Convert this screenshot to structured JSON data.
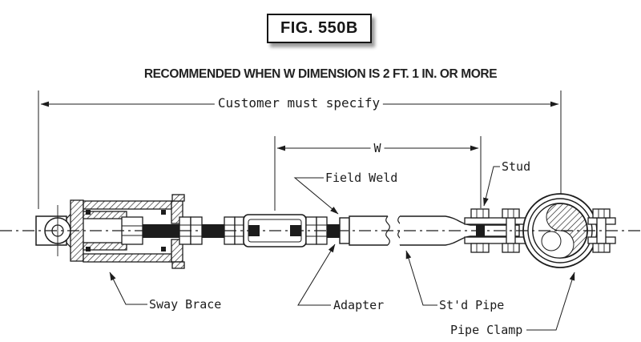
{
  "figure": {
    "id": "FIG. 550B",
    "note": "RECOMMENDED WHEN W DIMENSION IS 2 FT. 1 IN. OR MORE"
  },
  "dimensions": {
    "customer": "Customer must specify",
    "w": "W"
  },
  "labels": {
    "field_weld": "Field Weld",
    "stud": "Stud",
    "sway_brace": "Sway Brace",
    "adapter": "Adapter",
    "std_pipe": "St'd Pipe",
    "pipe_clamp": "Pipe Clamp"
  },
  "colors": {
    "ink": "#1c1c1c",
    "background": "#ffffff",
    "box_shadow": "#9b9b9b"
  }
}
